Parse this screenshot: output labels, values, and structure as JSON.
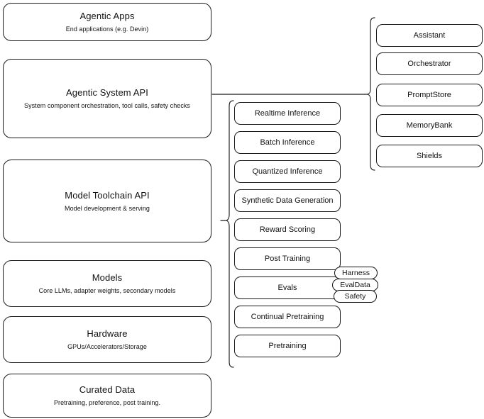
{
  "diagram": {
    "title": "Agentic AI stack layers",
    "stroke_color": "#1a1a1a",
    "background_color": "#ffffff"
  },
  "layers": [
    {
      "id": "agentic-apps",
      "title": "Agentic Apps",
      "subtitle": "End applications (e.g. Devin)"
    },
    {
      "id": "agentic-system-api",
      "title": "Agentic System API",
      "subtitle": "System component orchestration, tool calls, safety checks"
    },
    {
      "id": "model-toolchain-api",
      "title": "Model Toolchain API",
      "subtitle": "Model development & serving"
    },
    {
      "id": "models",
      "title": "Models",
      "subtitle": "Core LLMs, adapter weights, secondary models"
    },
    {
      "id": "hardware",
      "title": "Hardware",
      "subtitle": "GPUs/Accelerators/Storage"
    },
    {
      "id": "curated-data",
      "title": "Curated Data",
      "subtitle": "Pretraining, preference, post training."
    }
  ],
  "toolchain_items": [
    {
      "id": "realtime-inference",
      "label": "Realtime Inference"
    },
    {
      "id": "batch-inference",
      "label": "Batch Inference"
    },
    {
      "id": "quantized-inference",
      "label": "Quantized Inference"
    },
    {
      "id": "synthetic-data-generation",
      "label": "Synthetic Data Generation"
    },
    {
      "id": "reward-scoring",
      "label": "Reward Scoring"
    },
    {
      "id": "post-training",
      "label": "Post Training"
    },
    {
      "id": "evals",
      "label": "Evals"
    },
    {
      "id": "continual-pretraining",
      "label": "Continual Pretraining"
    },
    {
      "id": "pretraining",
      "label": "Pretraining"
    }
  ],
  "eval_badges": [
    {
      "id": "harness",
      "label": "Harness"
    },
    {
      "id": "evaldata",
      "label": "EvalData"
    },
    {
      "id": "safety",
      "label": "Safety"
    }
  ],
  "system_components": [
    {
      "id": "assistant",
      "label": "Assistant"
    },
    {
      "id": "orchestrator",
      "label": "Orchestrator"
    },
    {
      "id": "promptstore",
      "label": "PromptStore"
    },
    {
      "id": "memorybank",
      "label": "MemoryBank"
    },
    {
      "id": "shields",
      "label": "Shields"
    }
  ]
}
